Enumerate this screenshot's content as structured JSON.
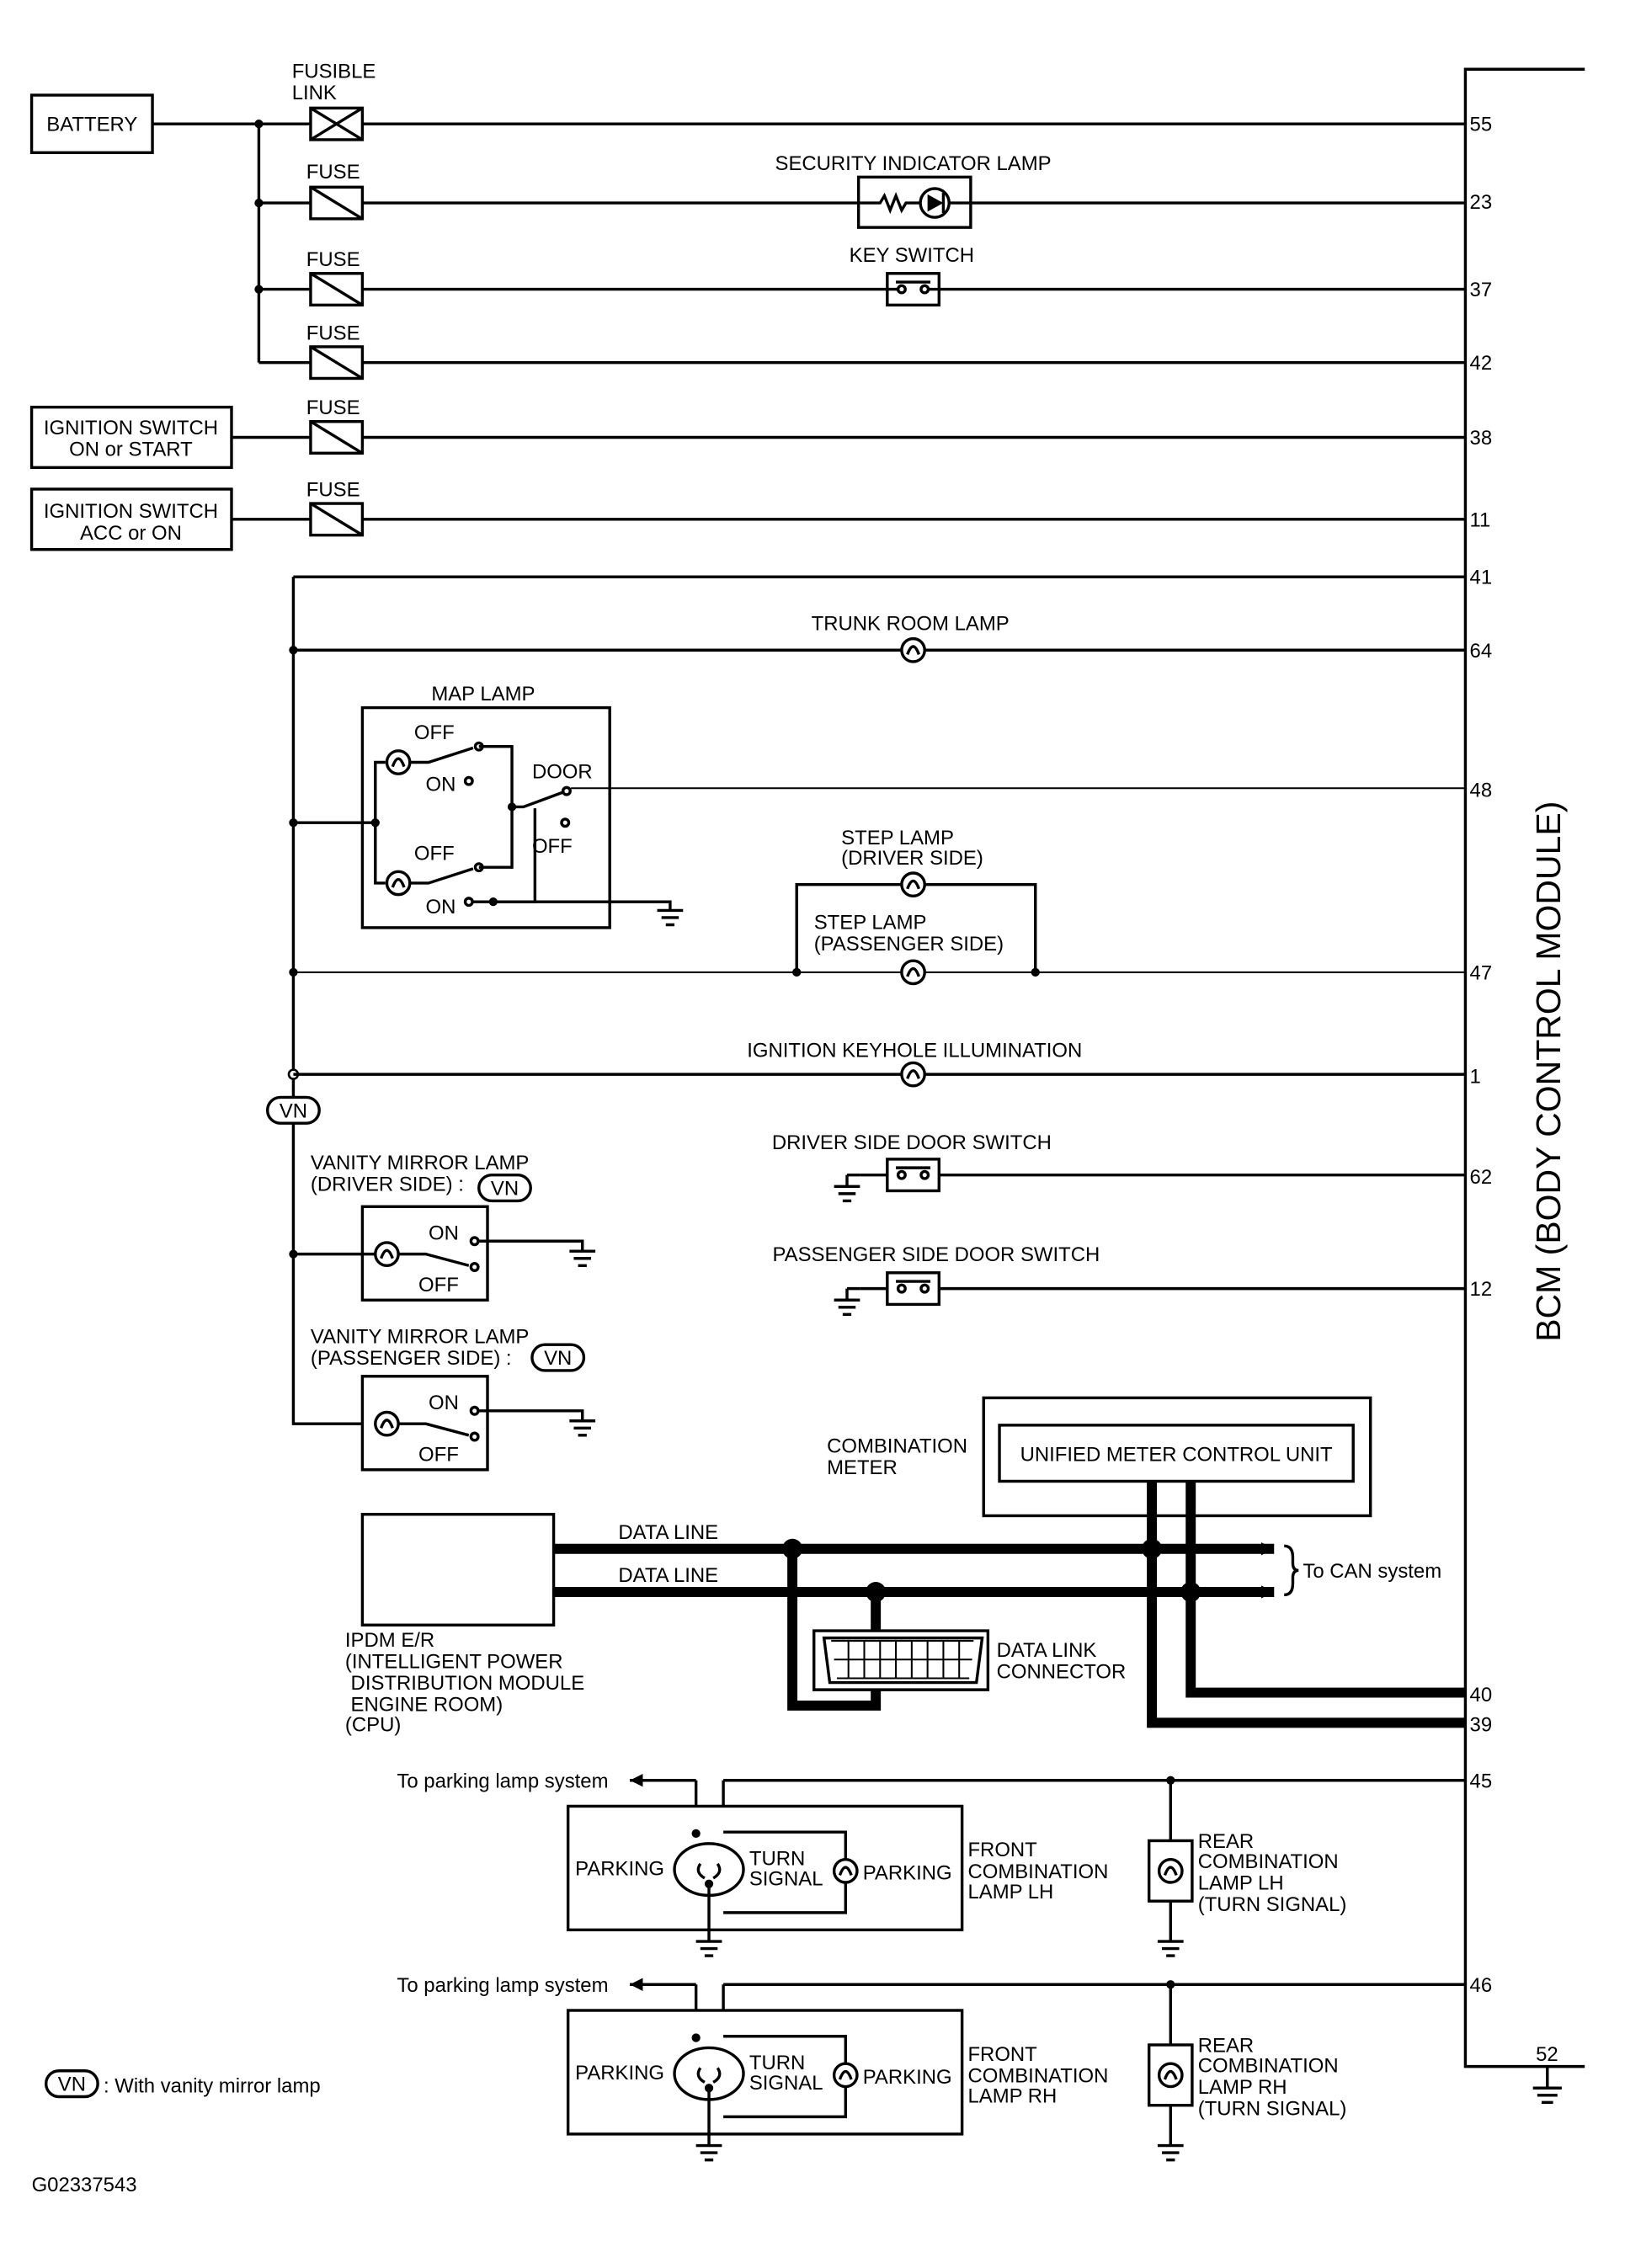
{
  "bcm_label": "BCM (BODY CONTROL MODULE)",
  "figure_id": "G02337543",
  "sources": {
    "battery": "BATTERY",
    "ign_on_start": [
      "IGNITION SWITCH",
      "ON or START"
    ],
    "ign_acc_on": [
      "IGNITION SWITCH",
      "ACC or ON"
    ]
  },
  "protection": {
    "fusible_link": [
      "FUSIBLE",
      "LINK"
    ],
    "fuse": "FUSE"
  },
  "components": {
    "security_lamp": "SECURITY INDICATOR LAMP",
    "key_switch": "KEY SWITCH",
    "trunk_lamp": "TRUNK ROOM LAMP",
    "map_lamp": "MAP LAMP",
    "step_driver": [
      "STEP LAMP",
      "(DRIVER SIDE)"
    ],
    "step_passenger": [
      "STEP LAMP",
      "(PASSENGER SIDE)"
    ],
    "keyhole": "IGNITION KEYHOLE ILLUMINATION",
    "driver_door_sw": "DRIVER SIDE DOOR SWITCH",
    "pass_door_sw": "PASSENGER SIDE DOOR SWITCH",
    "vanity_driver": [
      "VANITY MIRROR LAMP",
      "(DRIVER SIDE) :"
    ],
    "vanity_pass": [
      "VANITY MIRROR LAMP",
      "(PASSENGER SIDE) :"
    ],
    "combination_meter": [
      "COMBINATION",
      "METER"
    ],
    "unified_meter": "UNIFIED METER CONTROL UNIT",
    "ipdm": [
      "IPDM E/R",
      "(INTELLIGENT POWER",
      " DISTRIBUTION MODULE",
      " ENGINE ROOM)",
      "(CPU)"
    ],
    "data_link": [
      "DATA LINK",
      "CONNECTOR"
    ],
    "front_lh": [
      "FRONT",
      "COMBINATION",
      "LAMP LH"
    ],
    "front_rh": [
      "FRONT",
      "COMBINATION",
      "LAMP RH"
    ],
    "rear_lh": [
      "REAR",
      "COMBINATION",
      "LAMP LH",
      "(TURN SIGNAL)"
    ],
    "rear_rh": [
      "REAR",
      "COMBINATION",
      "LAMP RH",
      "(TURN SIGNAL)"
    ]
  },
  "switch_states": {
    "off": "OFF",
    "on": "ON",
    "door": "DOOR"
  },
  "lamp_parts": {
    "parking": "PARKING",
    "turn": "TURN",
    "signal": "SIGNAL"
  },
  "data_line": "DATA LINE",
  "to_can": "To CAN system",
  "to_parking": "To parking lamp system",
  "vn_tag": "VN",
  "vn_legend": ": With vanity mirror lamp",
  "pins": {
    "p55": "55",
    "p23": "23",
    "p37": "37",
    "p42": "42",
    "p38": "38",
    "p11": "11",
    "p41": "41",
    "p64": "64",
    "p48": "48",
    "p47": "47",
    "p1": "1",
    "p62": "62",
    "p12": "12",
    "p40": "40",
    "p39": "39",
    "p45": "45",
    "p46": "46",
    "p52": "52"
  }
}
